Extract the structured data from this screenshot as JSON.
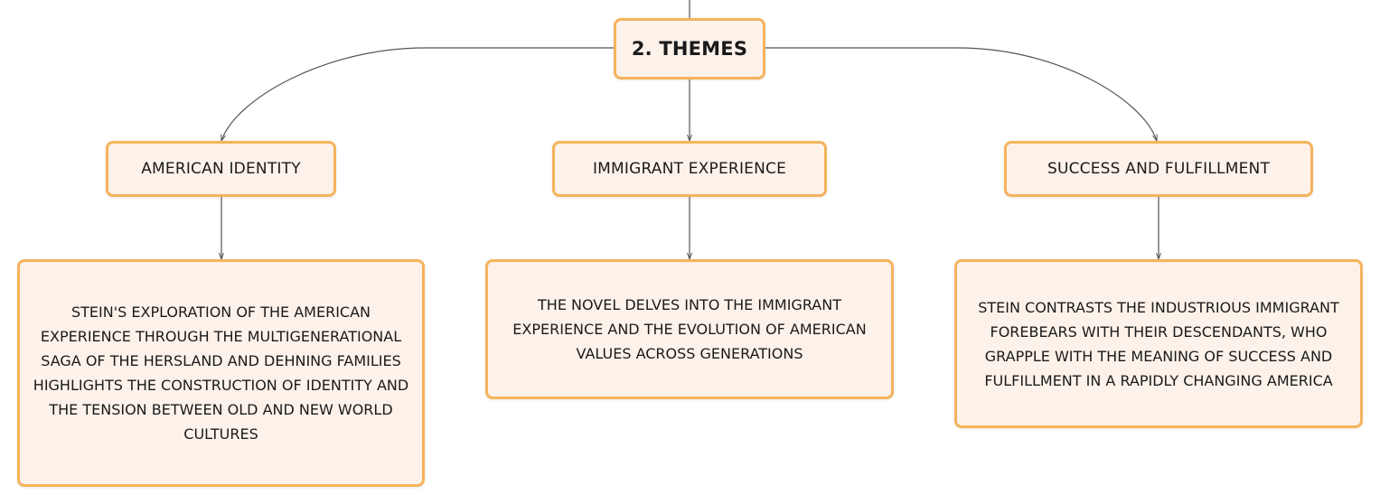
{
  "root": {
    "title": "2. THEMES"
  },
  "themes": [
    {
      "label": "AMERICAN IDENTITY",
      "detail": "STEIN'S EXPLORATION OF THE AMERICAN EXPERIENCE THROUGH THE MULTIGENERATIONAL SAGA OF THE HERSLAND AND DEHNING FAMILIES HIGHLIGHTS THE CONSTRUCTION OF IDENTITY AND THE TENSION BETWEEN OLD AND NEW WORLD CULTURES"
    },
    {
      "label": "IMMIGRANT EXPERIENCE",
      "detail": "THE NOVEL DELVES INTO THE IMMIGRANT EXPERIENCE AND THE EVOLUTION OF AMERICAN VALUES ACROSS GENERATIONS"
    },
    {
      "label": "SUCCESS AND FULFILLMENT",
      "detail": "STEIN CONTRASTS THE INDUSTRIOUS IMMIGRANT FOREBEARS WITH THEIR DESCENDANTS, WHO GRAPPLE WITH THE MEANING OF SUCCESS AND FULFILLMENT IN A RAPIDLY CHANGING AMERICA"
    }
  ],
  "colors": {
    "node_fill": "#fdf2ea",
    "node_border": "#f6b35c",
    "connector": "#555555",
    "text": "#1a1a1a"
  }
}
